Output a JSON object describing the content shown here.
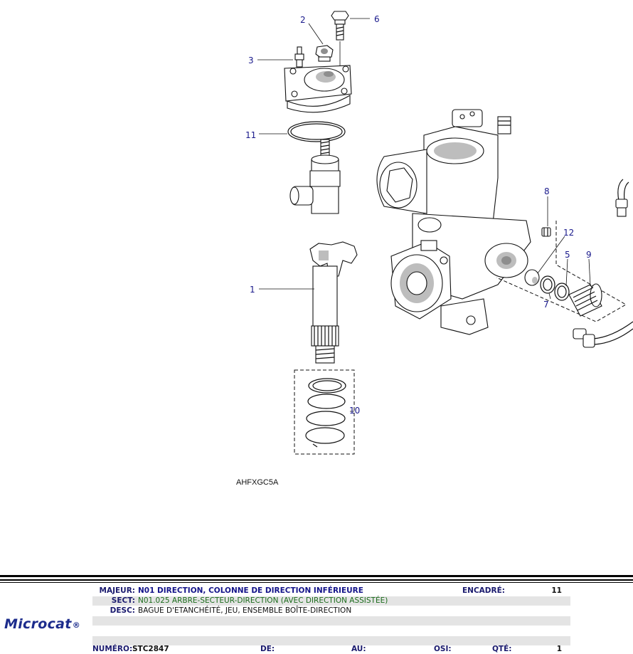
{
  "diagram": {
    "callouts": [
      {
        "num": "1"
      },
      {
        "num": "2"
      },
      {
        "num": "3"
      },
      {
        "num": "5"
      },
      {
        "num": "6"
      },
      {
        "num": "7"
      },
      {
        "num": "8"
      },
      {
        "num": "9"
      },
      {
        "num": "10"
      },
      {
        "num": "11"
      },
      {
        "num": "12"
      }
    ],
    "reference_code": "AHFXGC5A"
  },
  "footer": {
    "logo": "Microcat",
    "logo_mark": "®",
    "major_label": "MAJEUR:",
    "major_value": "N01  DIRECTION, COLONNE DE DIRECTION INFÉRIEURE",
    "encadre_label": "ENCADRÉ:",
    "encadre_value": "11",
    "sect_label": "SECT:",
    "sect_value": "N01.025   ARBRE-SECTEUR-DIRECTION (AVEC DIRECTION ASSISTÉE)",
    "desc_label": "DESC:",
    "desc_value": "BAGUE D'ETANCHÉITÉ, JEU, ENSEMBLE BOÎTE-DIRECTION",
    "numero_label": "NUMÉRO:",
    "numero_value": "STC2847",
    "de_label": "DE:",
    "au_label": "AU:",
    "osi_label": "OSI:",
    "qte_label": "QTÉ:",
    "qte_value": "1"
  },
  "colors": {
    "callout": "#1a1a8c",
    "logo": "#1c2c8c",
    "band": "#e4e4e4"
  }
}
